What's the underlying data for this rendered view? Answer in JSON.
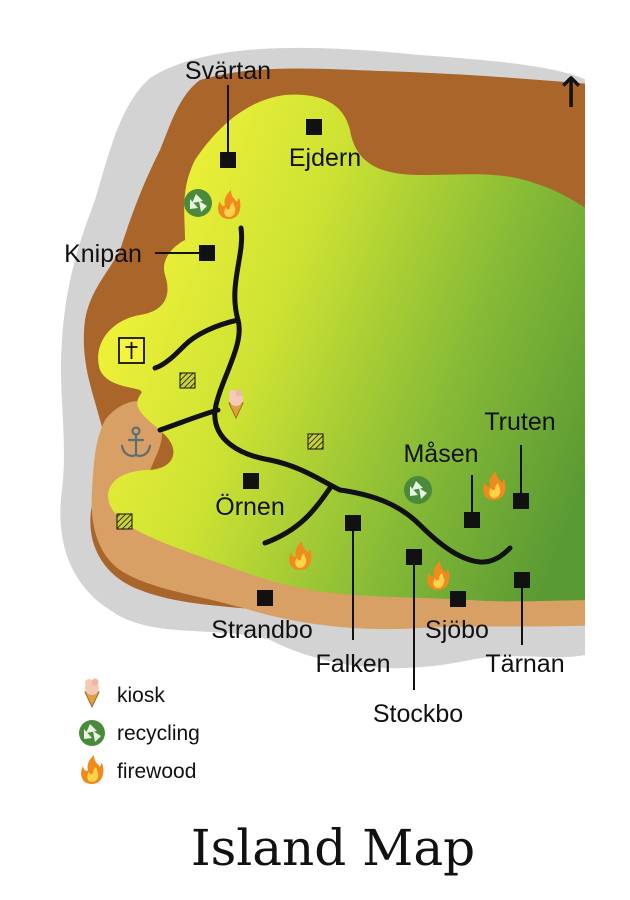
{
  "title": "Island Map",
  "north_arrow": "↑",
  "places": {
    "svartan": "Svärtan",
    "ejdern": "Ejdern",
    "knipan": "Knipan",
    "ornen": "Örnen",
    "strandbo": "Strandbo",
    "falken": "Falken",
    "stockbo": "Stockbo",
    "sjobo": "Sjöbo",
    "tarnan": "Tärnan",
    "masen": "Måsen",
    "truten": "Truten"
  },
  "legend": [
    {
      "icon": "ice-cream-icon",
      "label": "kiosk"
    },
    {
      "icon": "recycling-icon",
      "label": "recycling"
    },
    {
      "icon": "fire-icon",
      "label": "firewood"
    }
  ],
  "colors": {
    "sea": "#ffffff",
    "rock": "#d3d3d3",
    "beach_dark": "#a9652a",
    "beach_light": "#d8a064",
    "land_yellow": "#f3f23a",
    "land_green": "#5d9e35",
    "road": "#111111"
  }
}
